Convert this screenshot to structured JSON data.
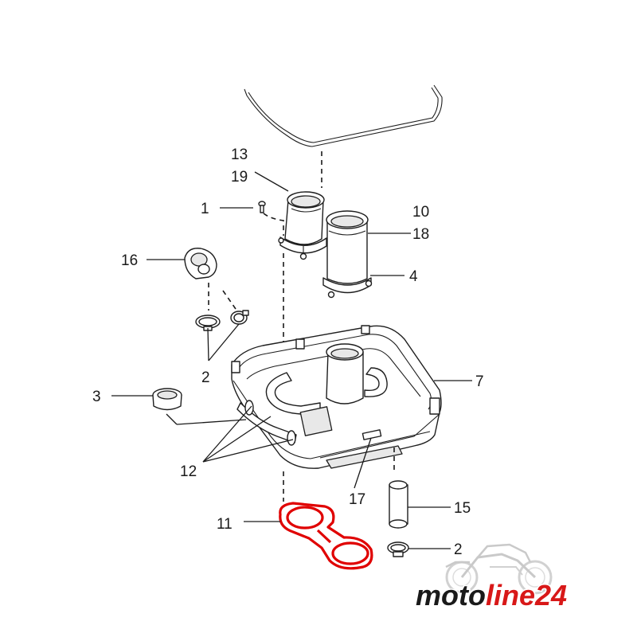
{
  "diagram": {
    "callouts": {
      "c13": "13",
      "c19": "19",
      "c1": "1",
      "c10": "10",
      "c18": "18",
      "c16": "16",
      "c4": "4",
      "c2a": "2",
      "c3": "3",
      "c7": "7",
      "c12": "12",
      "c17": "17",
      "c11": "11",
      "c15": "15",
      "c2b": "2"
    },
    "highlight_part": "11",
    "highlight_color": "#e00000",
    "line_color": "#1e1e1e"
  },
  "watermark": {
    "text_a": "moto",
    "text_b": "line24",
    "color_a": "#1a1a1a",
    "color_b": "#d81818",
    "icon": "motorcycle-icon"
  }
}
